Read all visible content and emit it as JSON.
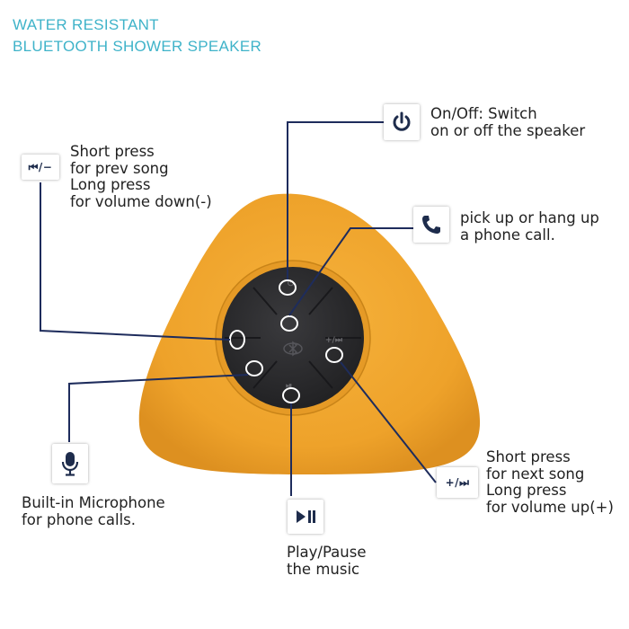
{
  "title": {
    "line1": "WATER RESISTANT",
    "line2": "BLUETOOTH SHOWER SPEAKER"
  },
  "colors": {
    "title": "#3fb3c9",
    "speaker_body": "#f0a42c",
    "control_pad": "#2c2c2f",
    "leader_line": "#1e2c5c",
    "label_text": "#222222"
  },
  "callouts": {
    "power": {
      "icon": "power-icon",
      "lines": [
        "On/Off: Switch",
        "on or off the speaker"
      ]
    },
    "phone": {
      "icon": "phone-icon",
      "lines": [
        "pick up or hang up",
        "a phone call."
      ]
    },
    "prev": {
      "icon": "prev-minus-icon",
      "icon_text": "⏮/−",
      "lines": [
        "Short press",
        "for prev song",
        "Long press",
        "for volume down(-)"
      ]
    },
    "next": {
      "icon": "plus-next-icon",
      "icon_text": "+/⏭",
      "lines": [
        "Short press",
        "for next song",
        "Long press",
        "for volume up(+)"
      ]
    },
    "mic": {
      "icon": "microphone-icon",
      "lines": [
        "Built-in Microphone",
        "for phone calls."
      ]
    },
    "play": {
      "icon": "play-pause-icon",
      "lines": [
        "Play/Pause",
        "the music"
      ]
    }
  }
}
